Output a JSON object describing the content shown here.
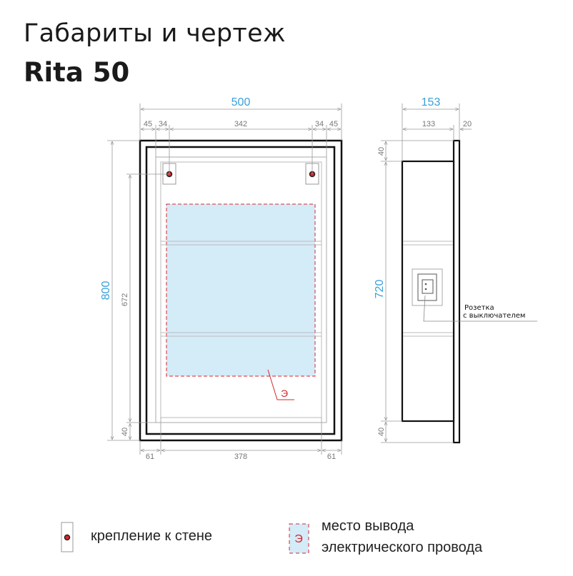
{
  "header": {
    "title": "Габариты и чертеж",
    "model": "Rita 50"
  },
  "front_view": {
    "width_total": "500",
    "top_segments": [
      "45",
      "34",
      "342",
      "34",
      "45"
    ],
    "height_total": "800",
    "mount_height": "672",
    "bottom_offset": "40",
    "bottom_segments": [
      "61",
      "378",
      "61"
    ],
    "electric_marker": "Э"
  },
  "side_view": {
    "depth_total": "153",
    "body_depth": "133",
    "front_depth": "20",
    "top_offset": "40",
    "body_height": "720",
    "bottom_offset": "40",
    "socket_label_line1": "Розетка",
    "socket_label_line2": "с выключателем"
  },
  "legend": {
    "wall_mount": "крепление к стене",
    "electric_marker": "Э",
    "wire_outlet_line1": "место вывода",
    "wire_outlet_line2": "электрического провода"
  },
  "colors": {
    "accent": "#3aa0da",
    "marker": "#d9262b",
    "zone": "#d4ebf8"
  }
}
